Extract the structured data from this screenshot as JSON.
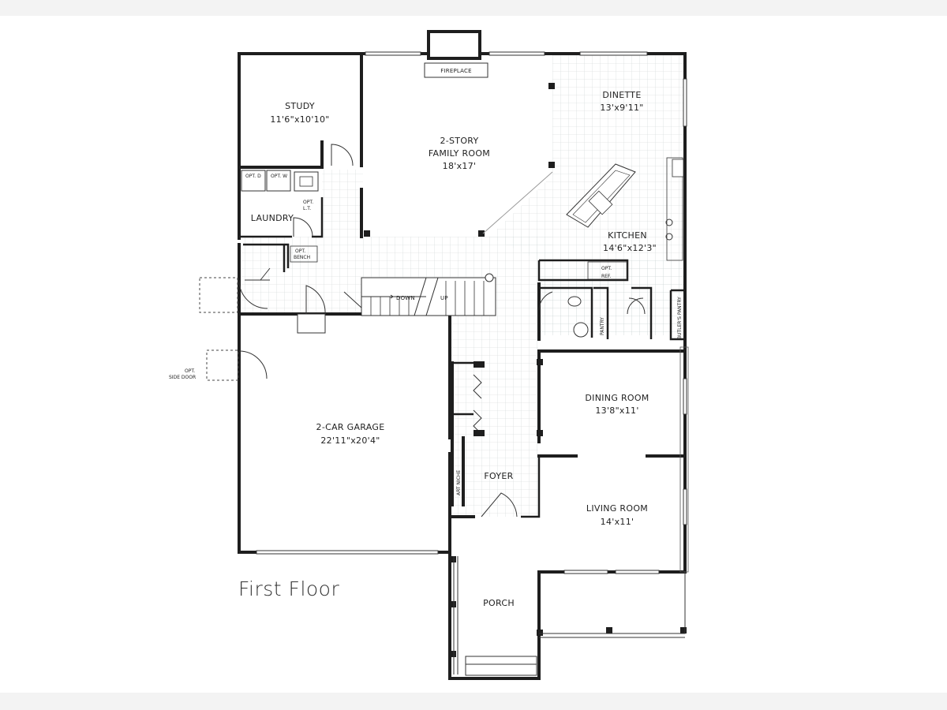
{
  "title": "First Floor",
  "rooms": {
    "study": {
      "name": "STUDY",
      "dims": "11'6\"x10'10\""
    },
    "family": {
      "name_line1": "2-STORY",
      "name_line2": "FAMILY ROOM",
      "dims": "18'x17'"
    },
    "dinette": {
      "name": "DINETTE",
      "dims": "13'x9'11\""
    },
    "kitchen": {
      "name": "KITCHEN",
      "dims": "14'6\"x12'3\""
    },
    "laundry": {
      "name": "LAUNDRY"
    },
    "garage": {
      "name": "2-CAR GARAGE",
      "dims": "22'11\"x20'4\""
    },
    "dining": {
      "name": "DINING ROOM",
      "dims": "13'8\"x11'"
    },
    "living": {
      "name": "LIVING ROOM",
      "dims": "14'x11'"
    },
    "foyer": {
      "name": "FOYER"
    },
    "porch": {
      "name": "PORCH"
    }
  },
  "labels": {
    "fireplace": "FIREPLACE",
    "opt_d": "OPT. D",
    "opt_w": "OPT. W",
    "opt_lt_1": "OPT.",
    "opt_lt_2": "L.T.",
    "opt_bench_1": "OPT.",
    "opt_bench_2": "BENCH",
    "down": "DOWN",
    "up": "UP",
    "opt_ref_1": "OPT.",
    "opt_ref_2": "REF.",
    "pantry": "PANTRY",
    "butlers_pantry": "BUTLER'S PANTRY",
    "art_niche": "ART NICHE",
    "opt_side_door_1": "OPT.",
    "opt_side_door_2": "SIDE DOOR"
  }
}
